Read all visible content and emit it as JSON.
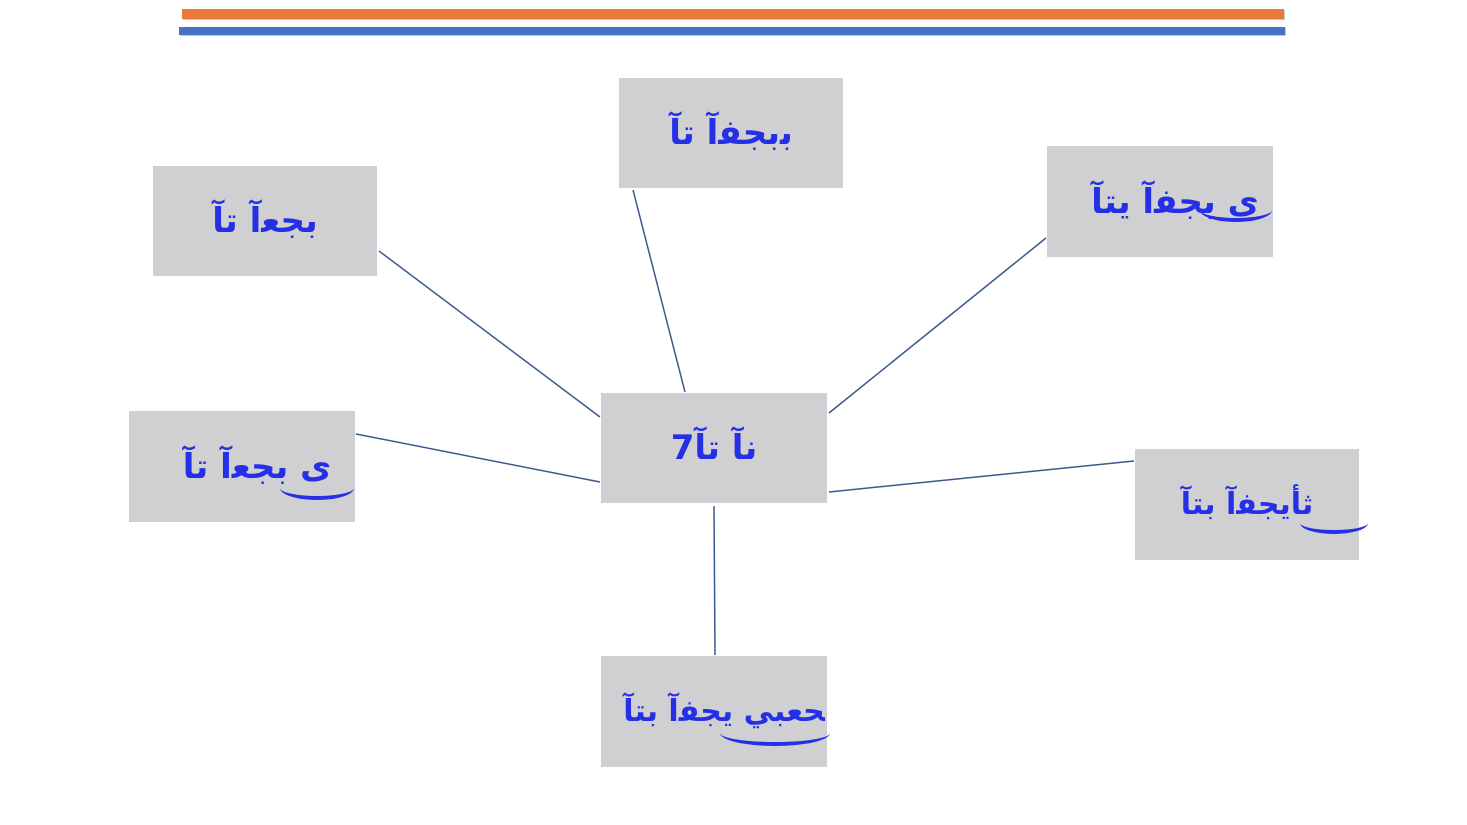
{
  "header_bars": {
    "top_color": "#e8793a",
    "bottom_color": "#4472c4"
  },
  "diagram": {
    "node_fill": "#d0cfd2",
    "text_color": "#2530e6",
    "line_color": "#3a5a8c",
    "center": {
      "label": "7نآ تآ"
    },
    "nodes": [
      {
        "id": "top",
        "label": "ﺑﺑﺠﻔﺁ ﺗﺂ"
      },
      {
        "id": "top-left",
        "label": "ﺑﺠﻌﺁ ﺗﺂ"
      },
      {
        "id": "top-right",
        "label": "ى ﺑﺠﻔﺁ ﻳﺘﺂ"
      },
      {
        "id": "left",
        "label": "ى ﺑﺠﻌﺁ ﺗﺂ"
      },
      {
        "id": "right",
        "label": "ﺛﺄﻳﺠﻔﺁ ﺑﺘﺂ"
      },
      {
        "id": "bottom",
        "label": "ﺤﻌﺒﻲ ﻳﺠﻔﺁ ﺑﺘﺂ"
      }
    ]
  }
}
